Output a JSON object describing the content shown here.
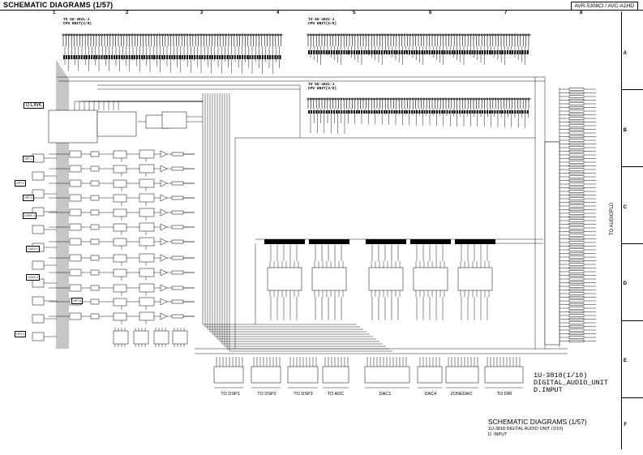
{
  "header": {
    "title": "SCHEMATIC DIAGRAMS (1/57)",
    "model": "AVR-5308CI / AVC-A1HD"
  },
  "grid": {
    "columns": [
      "1",
      "2",
      "3",
      "4",
      "5",
      "6",
      "7",
      "8"
    ],
    "rows": [
      "A",
      "B",
      "C",
      "D",
      "E",
      "F"
    ]
  },
  "connectors": {
    "cpu_top_left": "TO 5U-3821-1\nCPU UNIT(2/8)",
    "cpu_top_right": "TO 5U-3821-1\nCPU UNIT(2/8)",
    "cpu_mid": "TO 5U-3821-1\nCPU UNIT(3/8)"
  },
  "labels": {
    "dlink": "D.LINK",
    "audiopld": "TO AUDIOPLD"
  },
  "bottom_labels": [
    "TO DSP1",
    "TO DSP2",
    "TO DSP3",
    "TO ADC",
    "DAC1",
    "DAC4",
    "ZONEDAC",
    "TO DIR"
  ],
  "board": {
    "line1": "1U-3818(1/10)",
    "line2": "DIGITAL_AUDIO_UNIT",
    "line3": "D.INPUT"
  },
  "footer": {
    "title": "SCHEMATIC DIAGRAMS (1/57)",
    "sub1": "1U-3818   DIGITAL AUDIO UNIT (1/10)",
    "sub2": "D. INPUT"
  },
  "side_boxes": [
    "OPT-1",
    "OPT-2",
    "OPT-3",
    "COAX-1",
    "COAX-2",
    "COAX-3",
    "OPT-4",
    "OPT-5"
  ]
}
